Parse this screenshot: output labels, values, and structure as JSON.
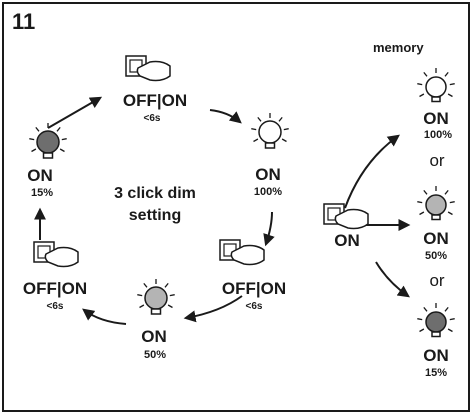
{
  "figure_number": "11",
  "memory_label": "memory",
  "center_text_line1": "3 click dim",
  "center_text_line2": "setting",
  "states": {
    "top_switch": {
      "label": "OFF|ON",
      "sub": "<6s"
    },
    "right_lamp": {
      "label": "ON",
      "sub": "100%"
    },
    "right_switch": {
      "label": "OFF|ON",
      "sub": "<6s"
    },
    "bottom_lamp": {
      "label": "ON",
      "sub": "50%"
    },
    "left_switch": {
      "label": "OFF|ON",
      "sub": "<6s"
    },
    "left_lamp": {
      "label": "ON",
      "sub": "15%"
    }
  },
  "memory_panel": {
    "trigger_label": "ON",
    "options": [
      {
        "label": "ON",
        "sub": "100%"
      },
      {
        "label": "ON",
        "sub": "50%"
      },
      {
        "label": "ON",
        "sub": "15%"
      }
    ],
    "separator": "or"
  },
  "colors": {
    "stroke": "#1a1a1a",
    "bulb_off": "#ffffff",
    "bulb_half": "#b4b4b4",
    "bulb_dim": "#6e6e6e"
  }
}
